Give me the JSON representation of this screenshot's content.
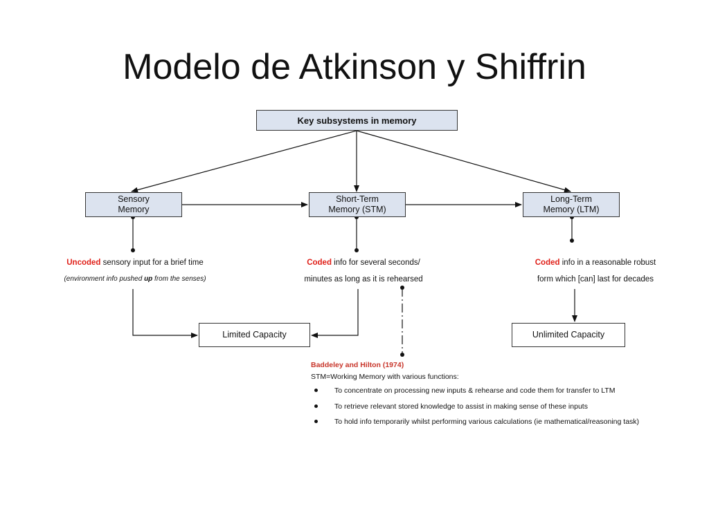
{
  "slide": {
    "title": "Modelo de Atkinson y Shiffrin"
  },
  "diagram": {
    "root": "Key subsystems in memory",
    "sensory": {
      "line1": "Sensory",
      "line2": "Memory"
    },
    "stm": {
      "line1": "Short-Term",
      "line2": "Memory (STM)"
    },
    "ltm": {
      "line1": "Long-Term",
      "line2": "Memory (LTM)"
    },
    "sensory_desc": {
      "highlight": "Uncoded",
      "rest": " sensory input for a brief time",
      "note_a": "(environment info pushed ",
      "note_bold": "up",
      "note_b": " from the senses)"
    },
    "stm_desc": {
      "highlight": "Coded",
      "rest": " info for several seconds/",
      "line2": "minutes as long as it is rehearsed"
    },
    "ltm_desc": {
      "highlight": "Coded",
      "rest": " info in a reasonable robust",
      "line2": "form which [can] last for decades"
    },
    "limited": "Limited Capacity",
    "unlimited": "Unlimited Capacity",
    "baddeley": {
      "title": "Baddeley and Hilton (1974)",
      "intro": "STM=Working Memory with various functions:",
      "items": [
        "To concentrate on processing new inputs & rehearse and code them for transfer to LTM",
        "To retrieve relevant stored knowledge to assist in making sense of these inputs",
        "To hold info temporarily whilst performing various calculations (ie mathematical/reasoning task)"
      ]
    }
  }
}
